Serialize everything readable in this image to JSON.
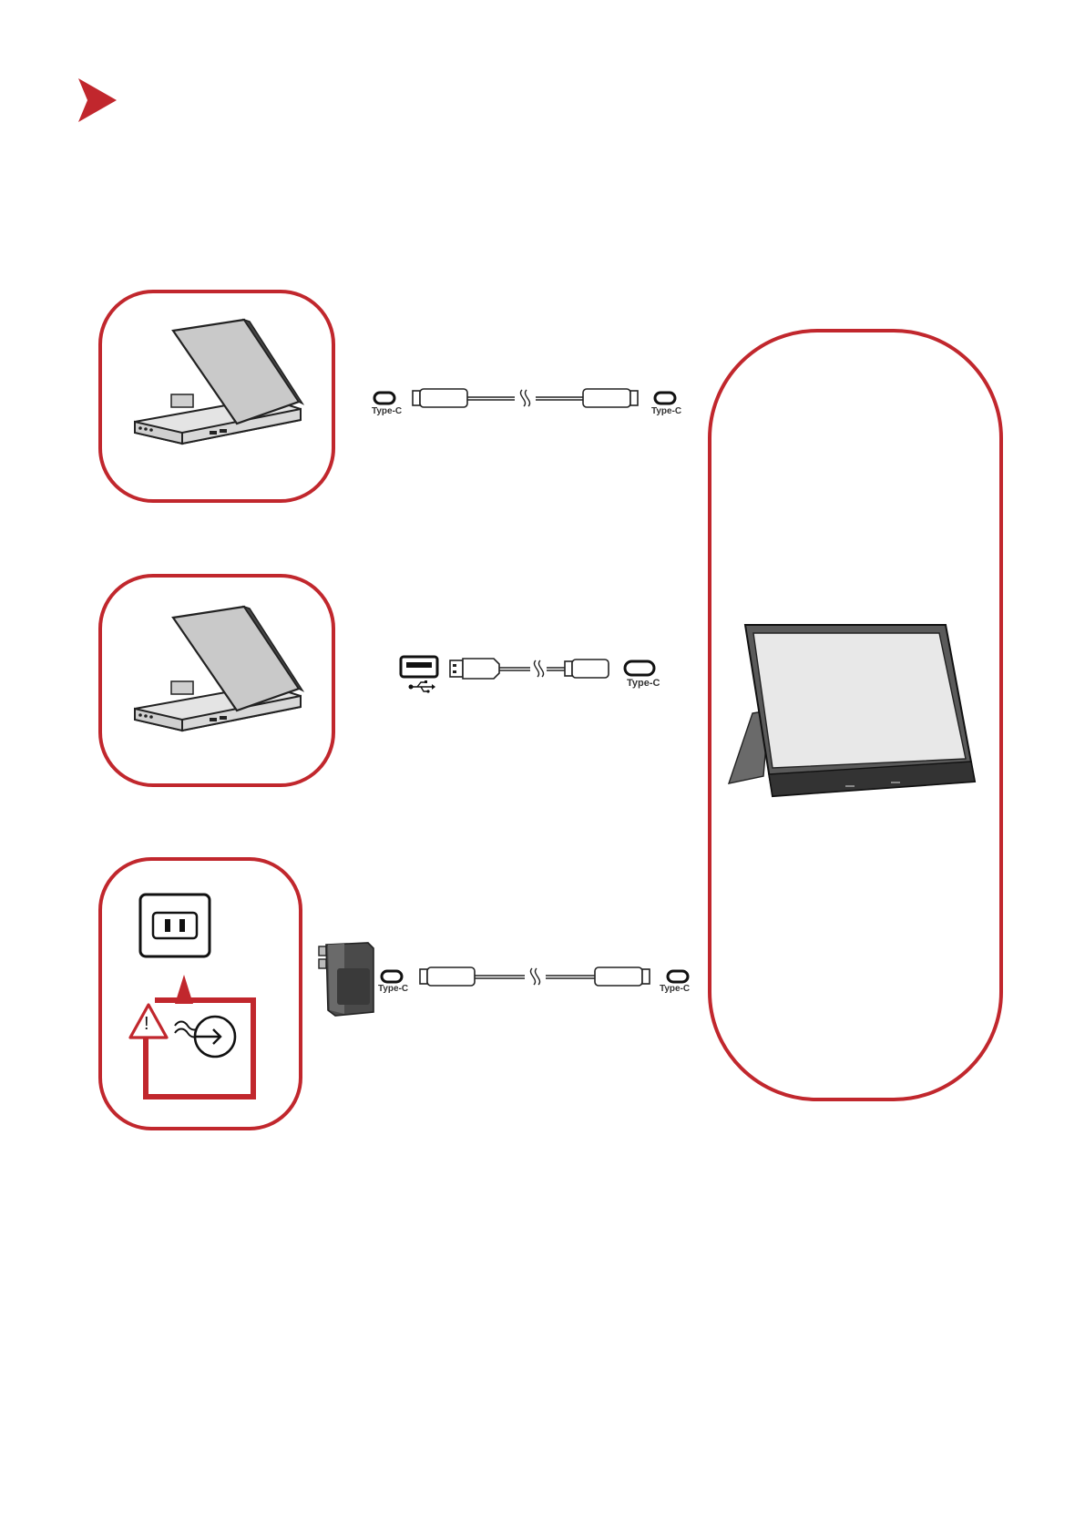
{
  "brand": {
    "accent_color": "#c1272d",
    "logo_icon": "chevron-right-icon"
  },
  "connections": [
    {
      "id": "laptop-typec",
      "source_icon": "laptop-icon",
      "left_port_label": "Type-C",
      "right_port_label": "Type-C"
    },
    {
      "id": "laptop-usba",
      "source_icon": "laptop-icon",
      "left_port_icon": "usb-icon",
      "right_port_label": "Type-C"
    },
    {
      "id": "power-adapter",
      "source_icon": "power-outlet-icon",
      "adapter_icon": "power-adapter-icon",
      "left_port_label": "Type-C",
      "right_port_label": "Type-C"
    }
  ],
  "warning": {
    "icon": "warning-icon",
    "symbol": "!"
  },
  "monitor": {
    "icon": "portable-monitor-icon"
  }
}
